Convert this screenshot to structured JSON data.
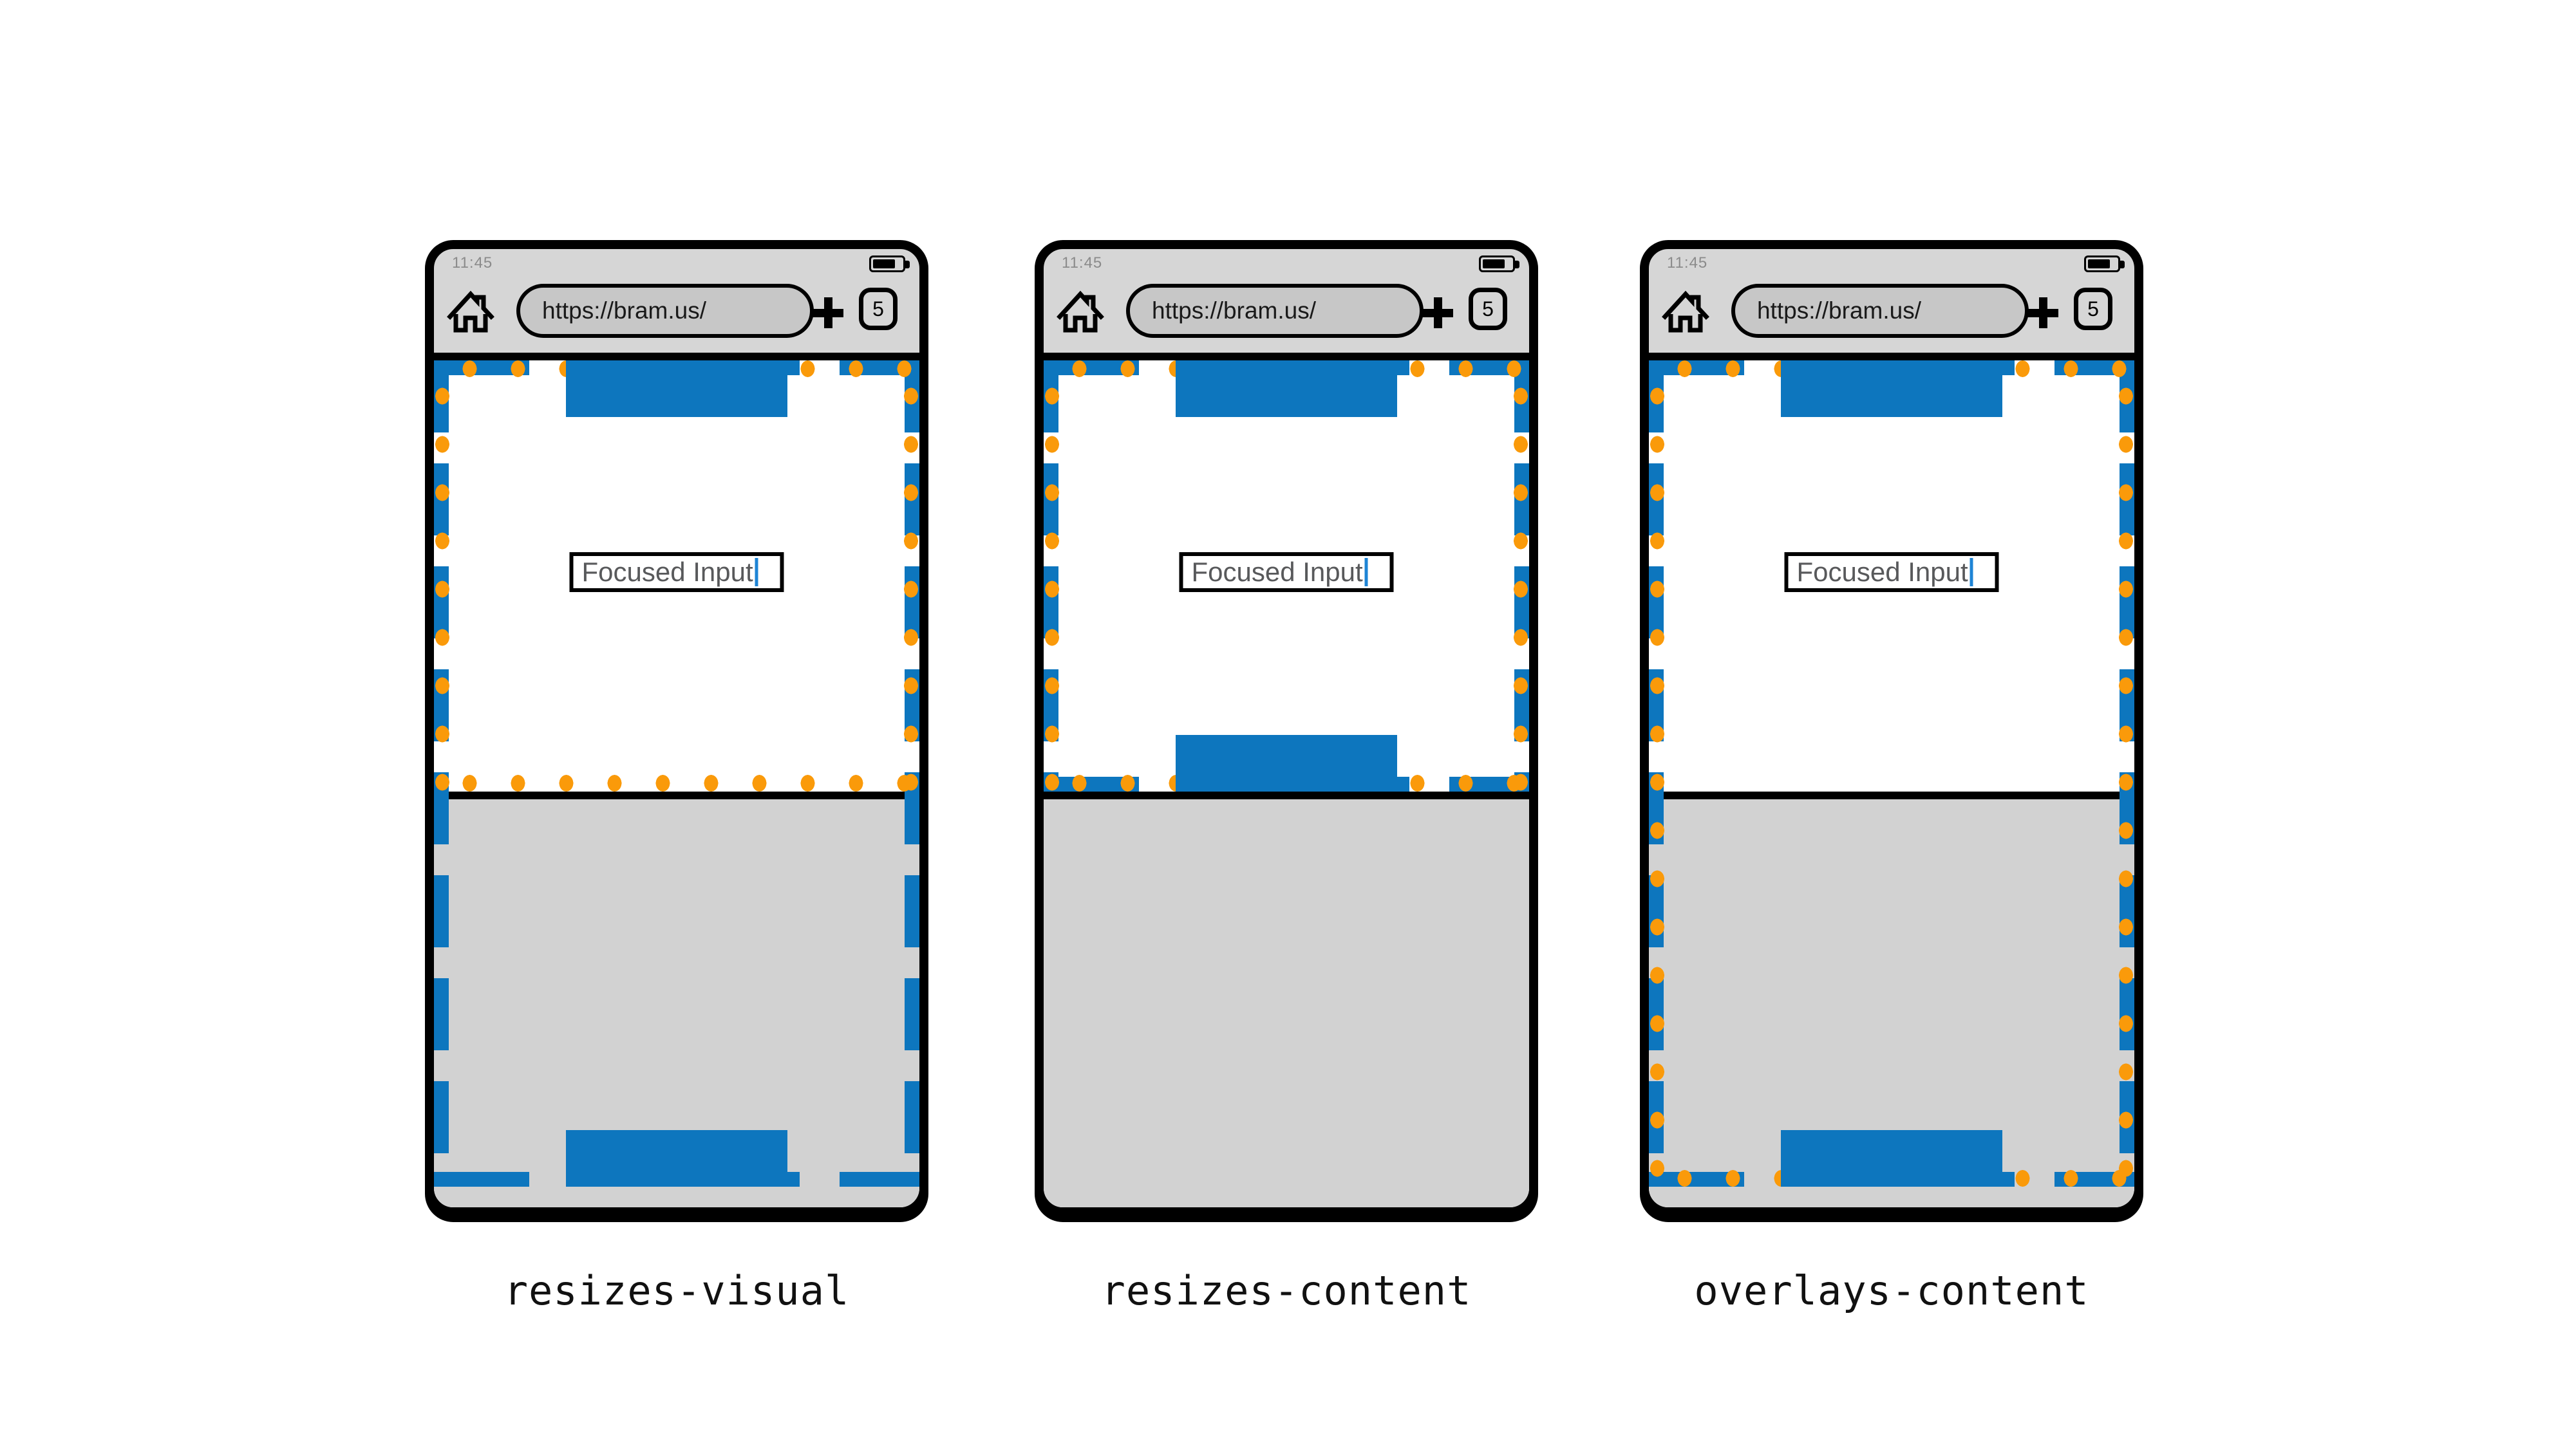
{
  "colors": {
    "layout_viewport_blue": "#0D76BE",
    "visual_viewport_orange": "#FA9A0A",
    "keyboard_gray": "#D2D2D2",
    "chrome_gray": "#D6D6D6",
    "url_pill_gray": "#C7C7C7",
    "time_gray": "#8B8B8B"
  },
  "phones": [
    {
      "caption": "resizes-visual",
      "status": {
        "time": "11:45",
        "battery_icon": "battery-full-icon"
      },
      "toolbar": {
        "home_icon": "home-icon",
        "url": "https://bram.us/",
        "new_tab_icon": "plus-icon",
        "tab_count": "5"
      },
      "page": {
        "input_value": "Focused Input"
      }
    },
    {
      "caption": "resizes-content",
      "status": {
        "time": "11:45",
        "battery_icon": "battery-full-icon"
      },
      "toolbar": {
        "home_icon": "home-icon",
        "url": "https://bram.us/",
        "new_tab_icon": "plus-icon",
        "tab_count": "5"
      },
      "page": {
        "input_value": "Focused Input"
      }
    },
    {
      "caption": "overlays-content",
      "status": {
        "time": "11:45",
        "battery_icon": "battery-full-icon"
      },
      "toolbar": {
        "home_icon": "home-icon",
        "url": "https://bram.us/",
        "new_tab_icon": "plus-icon",
        "tab_count": "5"
      },
      "page": {
        "input_value": "Focused Input"
      }
    }
  ]
}
